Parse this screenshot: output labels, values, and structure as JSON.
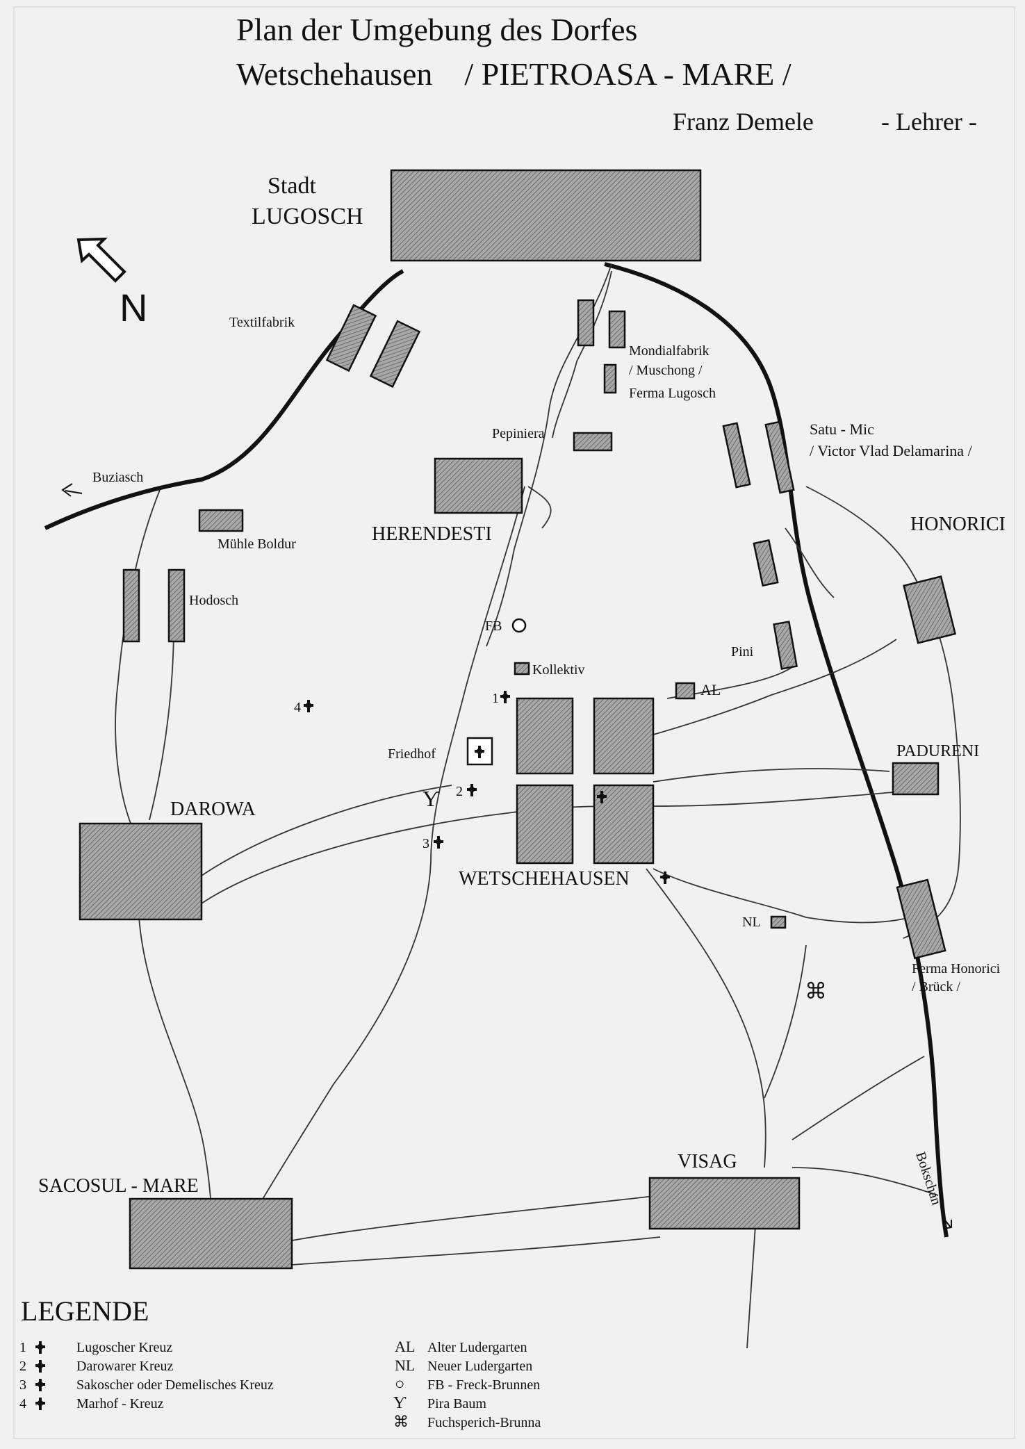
{
  "title": {
    "line1": "Plan der Umgebung des Dorfes",
    "line2": "Wetschehausen    / PIETROASA - MARE /",
    "author": "Franz Demele",
    "role": "- Lehrer -"
  },
  "north_label": "N",
  "places": {
    "stadt": "Stadt",
    "lugosch": "LUGOSCH",
    "textilfabrik": "Textilfabrik",
    "mondialfabrik": "Mondialfabrik",
    "muschong": "/ Muschong /",
    "ferma_lugosch": "Ferma Lugosch",
    "pepiniera": "Pepiniera",
    "satu_mic": "Satu - Mic",
    "victor_vlad": "/ Victor Vlad Delamarina /",
    "buziasch": "Buziasch",
    "muehle_boldur": "Mühle Boldur",
    "herendesti": "HERENDESTI",
    "honorici": "HONORICI",
    "hodosch": "Hodosch",
    "fb": "FB",
    "kollektiv": "Kollektiv",
    "pini": "Pini",
    "al": "AL",
    "friedhof": "Friedhof",
    "padureni": "PADURENI",
    "darowa": "DAROWA",
    "wetschehausen": "WETSCHEHAUSEN",
    "nl": "NL",
    "ferma_honorici": "Ferma Honorici",
    "brueck": "/ Brück /",
    "visag": "VISAG",
    "bokschan": "Bokschan",
    "sacosul": "SACOSUL - MARE",
    "cross1": "1",
    "cross2": "2",
    "cross3": "3",
    "cross4": "4"
  },
  "legend": {
    "heading": "LEGENDE",
    "left": [
      {
        "num": "1",
        "label": "Lugoscher Kreuz"
      },
      {
        "num": "2",
        "label": "Darowarer Kreuz"
      },
      {
        "num": "3",
        "label": "Sakoscher oder Demelisches Kreuz"
      },
      {
        "num": "4",
        "label": "Marhof - Kreuz"
      }
    ],
    "right": [
      {
        "sym": "AL",
        "label": "Alter Ludergarten"
      },
      {
        "sym": "NL",
        "label": "Neuer Ludergarten"
      },
      {
        "sym": "○",
        "label": "FB - Freck-Brunnen"
      },
      {
        "sym": "Ƴ",
        "label": "Pira Baum"
      },
      {
        "sym": "⌘",
        "label": "Fuchsperich-Brunna"
      }
    ]
  },
  "icons": {
    "cross": "cross-icon",
    "well": "well-icon",
    "tree": "tree-icon",
    "fox_well": "fox-well-icon",
    "north_arrow": "north-arrow-icon"
  },
  "colors": {
    "background": "#f1f1f1",
    "ink": "#111111",
    "block_fill": "#9a9a9a"
  }
}
